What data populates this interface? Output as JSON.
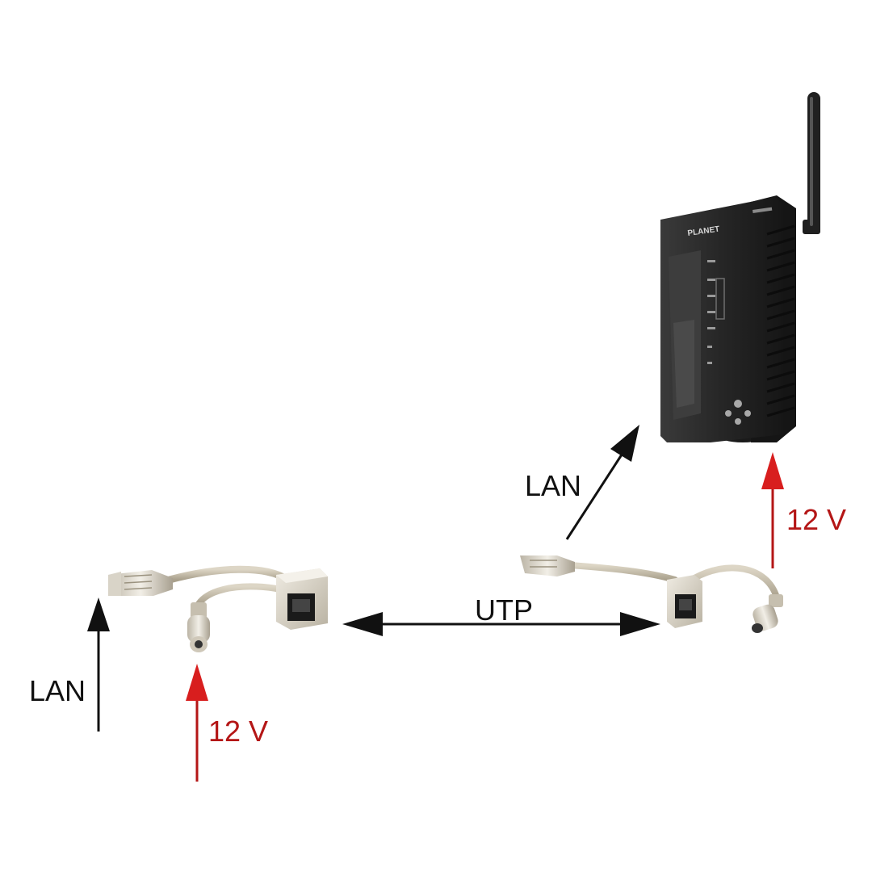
{
  "labels": {
    "lan_left": "LAN",
    "volt_left": "12 V",
    "utp": "UTP",
    "lan_right": "LAN",
    "volt_right": "12 V"
  },
  "router": {
    "brand": "PLANET"
  },
  "colors": {
    "text": "#111111",
    "power": "#b41616",
    "router_body": "#232323",
    "cable": "#c9c0ad",
    "connector": "#e6e1d6"
  }
}
